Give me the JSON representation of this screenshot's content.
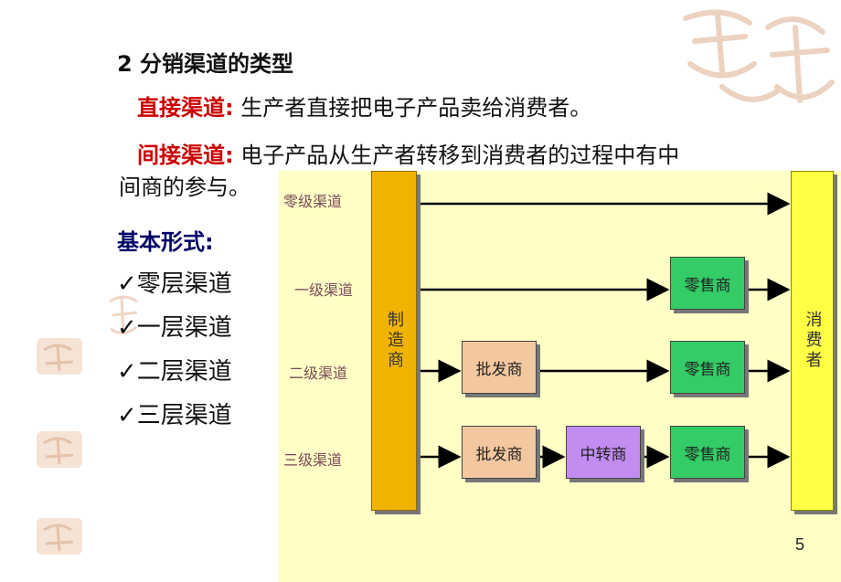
{
  "slide": {
    "title": "2  分销渠道的类型",
    "direct_label": "直接渠道:",
    "direct_text": "生产者直接把电子产品卖给消费者。",
    "indirect_label": "间接渠道:",
    "indirect_text_1": "电子产品从生产者转移到消费者的过程中有中",
    "indirect_text_2": "间商的参与。",
    "basic_forms": "基本形式:",
    "items": [
      "✓零层渠道",
      "✓一层渠道",
      "✓二层渠道",
      "✓三层渠道"
    ],
    "page_number": "5"
  },
  "diagram": {
    "row_labels": [
      "零级渠道",
      "一级渠道",
      "二级渠道",
      "三级渠道"
    ],
    "manufacturer": "制造商",
    "consumer": "消费者",
    "wholesaler": "批发商",
    "agent": "中转商",
    "retailer": "零售商",
    "colors": {
      "panel": "#ffffc6",
      "manufacturer": "#f0b400",
      "consumer": "#ffff44",
      "wholesaler": "#f3c7a0",
      "agent": "#c28cf0",
      "retailer": "#33cc66"
    }
  }
}
